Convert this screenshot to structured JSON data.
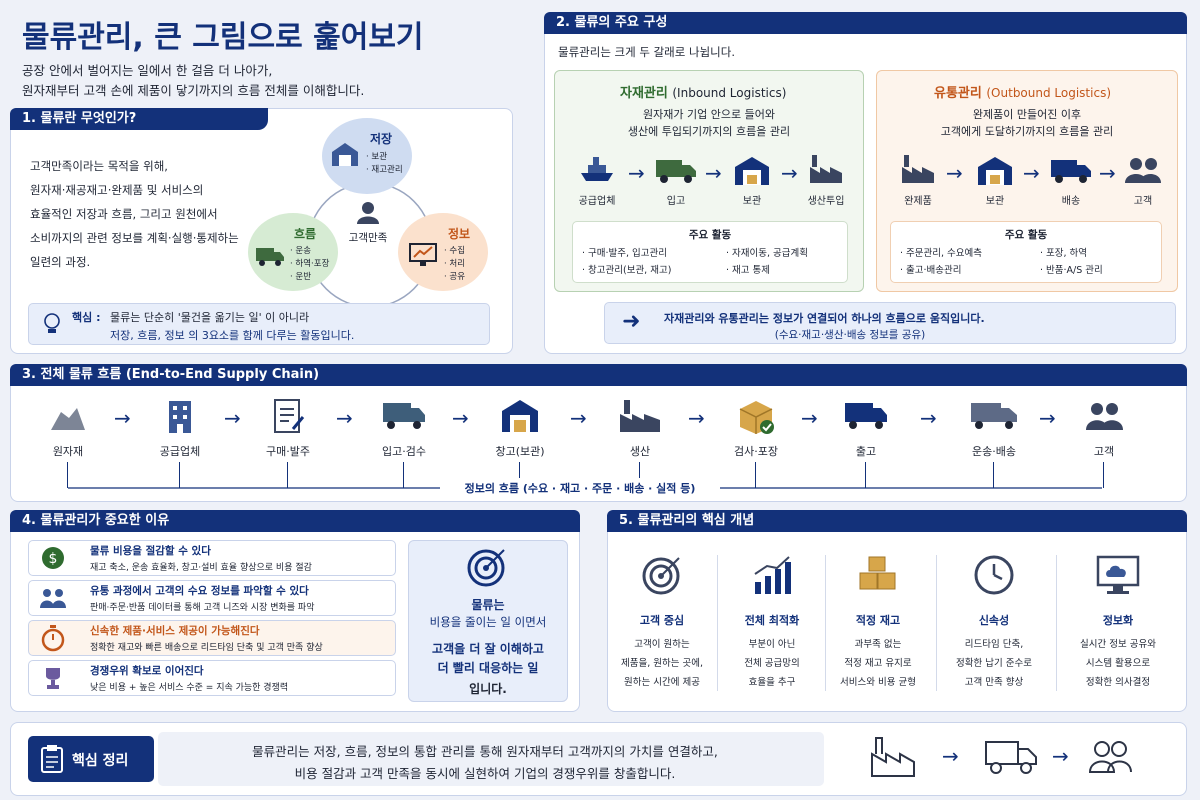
{
  "title": "물류관리, 큰 그림으로 훑어보기",
  "subtitle": [
    "공장 안에서 벌어지는 일에서 한 걸음 더 나아가,",
    "원자재부터 고객 손에 제품이 닿기까지의 흐름 전체를 이해합니다."
  ],
  "s1": {
    "head": "1. 물류란 무엇인가?",
    "body": [
      "고객만족이라는 목적을 위해,",
      "원자재·재공재고·완제품 및 서비스의",
      "효율적인 저장과 흐름, 그리고 원천에서",
      "소비까지의 관련 정보를 계획·실행·통제하는",
      "일련의 과정."
    ],
    "storage": {
      "title": "저장",
      "items": [
        "· 보관",
        "· 재고관리"
      ]
    },
    "flow": {
      "title": "흐름",
      "items": [
        "· 운송",
        "· 하역·포장",
        "· 운반"
      ]
    },
    "info": {
      "title": "정보",
      "items": [
        "· 수집",
        "· 처리",
        "· 공유"
      ]
    },
    "center": "고객만족",
    "key_label": "핵심 :",
    "key_line1": "물류는 단순히 '물건을 옮기는 일' 이 아니라",
    "key_line2": "저장, 흐름, 정보 의 3요소를 함께 다루는 활동입니다."
  },
  "s2": {
    "head": "2. 물류의 주요 구성",
    "intro": "물류관리는 크게 두 갈래로 나뉩니다.",
    "inbound": {
      "title": "자재관리",
      "title_en": "(Inbound Logistics)",
      "desc": [
        "원자재가 기업 안으로 들어와",
        "생산에 투입되기까지의 흐름을 관리"
      ],
      "steps": [
        "공급업체",
        "입고",
        "보관",
        "생산투입"
      ],
      "act_title": "주요 활동",
      "acts": [
        "· 구매·발주, 입고관리",
        "· 자재이동, 공급계획",
        "· 창고관리(보관, 재고)",
        "· 재고 통제"
      ]
    },
    "outbound": {
      "title": "유통관리",
      "title_en": "(Outbound Logistics)",
      "desc": [
        "완제품이 만들어진 이후",
        "고객에게 도달하기까지의 흐름을 관리"
      ],
      "steps": [
        "완제품",
        "보관",
        "배송",
        "고객"
      ],
      "act_title": "주요 활동",
      "acts": [
        "· 주문관리, 수요예측",
        "· 포장, 하역",
        "· 출고·배송관리",
        "· 반품·A/S 관리"
      ]
    },
    "link1": "자재관리와 유통관리는 정보가 연결되어 하나의 흐름으로 움직입니다.",
    "link2": "(수요·재고·생산·배송 정보를 공유)"
  },
  "s3": {
    "head": "3. 전체 물류 흐름 (End-to-End Supply Chain)",
    "steps": [
      "원자재",
      "공급업체",
      "구매·발주",
      "입고·검수",
      "창고(보관)",
      "생산",
      "검사·포장",
      "출고",
      "운송·배송",
      "고객"
    ],
    "info_flow": "정보의 흐름 (수요 · 재고 · 주문 · 배송 · 실적 등)"
  },
  "s4": {
    "head": "4. 물류관리가 중요한 이유",
    "items": [
      {
        "title": "물류 비용을 절감할 수 있다",
        "desc": "재고 축소, 운송 효율화, 창고·설비 효율 향상으로 비용 절감",
        "color": "#13317a"
      },
      {
        "title": "유통 과정에서 고객의 수요 정보를 파악할 수 있다",
        "desc": "판매·주문·반품 데이터를 통해 고객 니즈와 시장 변화를 파악",
        "color": "#13317a"
      },
      {
        "title": "신속한 제품·서비스 제공이 가능해진다",
        "desc": "정확한 재고와 빠른 배송으로 리드타임 단축 및 고객 만족 향상",
        "color": "#c2561a"
      },
      {
        "title": "경쟁우위 확보로 이어진다",
        "desc": "낮은 비용 + 높은 서비스 수준 = 지속 가능한 경쟁력",
        "color": "#13317a"
      }
    ],
    "box": [
      "물류는",
      "비용을 줄이는 일 이면서",
      "고객을 더 잘 이해하고",
      "더 빨리 대응하는 일",
      "입니다."
    ]
  },
  "s5": {
    "head": "5. 물류관리의 핵심 개념",
    "items": [
      {
        "title": "고객 중심",
        "desc": [
          "고객이 원하는",
          "제품을, 원하는 곳에,",
          "원하는 시간에 제공"
        ]
      },
      {
        "title": "전체 최적화",
        "desc": [
          "부분이 아닌",
          "전체 공급망의",
          "효율을 추구"
        ]
      },
      {
        "title": "적정 재고",
        "desc": [
          "과부족 없는",
          "적정 재고 유지로",
          "서비스와 비용 균형"
        ]
      },
      {
        "title": "신속성",
        "desc": [
          "리드타임 단축,",
          "정확한 납기 준수로",
          "고객 만족 향상"
        ]
      },
      {
        "title": "정보화",
        "desc": [
          "실시간 정보 공유와",
          "시스템 활용으로",
          "정확한 의사결정"
        ]
      }
    ]
  },
  "summary": {
    "label": "핵심 정리",
    "line1": "물류관리는 저장, 흐름, 정보의 통합 관리를 통해 원자재부터 고객까지의 가치를 연결하고,",
    "line2": "비용 절감과 고객 만족을 동시에 실현하여 기업의 경쟁우위를 창출합니다."
  },
  "colors": {
    "navy": "#13317a",
    "green": "#2f6b2f",
    "orange": "#c2561a"
  }
}
